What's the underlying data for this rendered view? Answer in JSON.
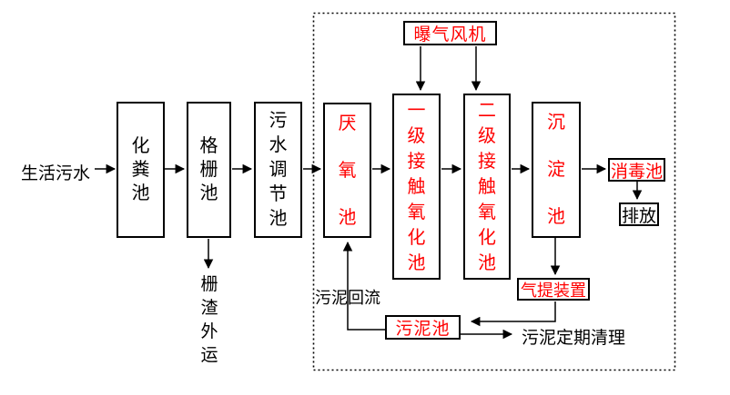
{
  "colors": {
    "accent_red": "#ff0000",
    "ink": "#000000",
    "background": "#ffffff"
  },
  "flow": {
    "source_label": "生活污水",
    "boxes": {
      "septic": "化粪池",
      "grid": "格栅池",
      "regulating": "污水调节池",
      "anaerobic": "厌氧池",
      "oxidation1": "一级接触氧化池",
      "oxidation2": "二级接触氧化池",
      "sedimentation": "沉淀池",
      "disinfection": "消毒池",
      "discharge": "排放",
      "blower": "曝气风机",
      "airlift": "气提装置",
      "sludge": "污泥池"
    },
    "annotations": {
      "grid_residue": "栅渣外运",
      "sludge_return": "污泥回流",
      "sludge_cleaning": "污泥定期清理"
    }
  }
}
